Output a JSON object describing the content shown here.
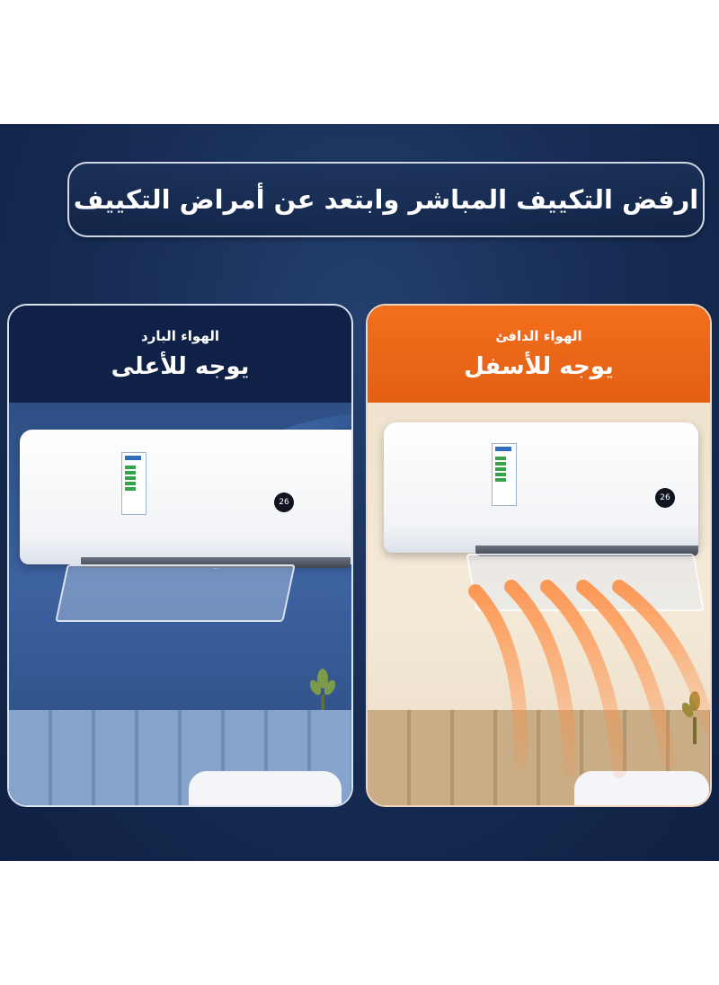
{
  "headline": "ارفض التكييف المباشر وابتعد عن أمراض التكييف",
  "panels": {
    "cold": {
      "subtitle": "الهواء البارد",
      "title": "يوجه للأعلى",
      "airflow_color": "#5ea8ff"
    },
    "warm": {
      "subtitle": "الهواء الدافئ",
      "title": "يوجه للأسفل",
      "header_color": "#f26f1c",
      "airflow_color": "#ff8a3d"
    }
  },
  "colors": {
    "background": "#162b52",
    "cold_header": "#0f2146",
    "warm_header": "#f26f1c"
  },
  "ac_display_text": "26"
}
